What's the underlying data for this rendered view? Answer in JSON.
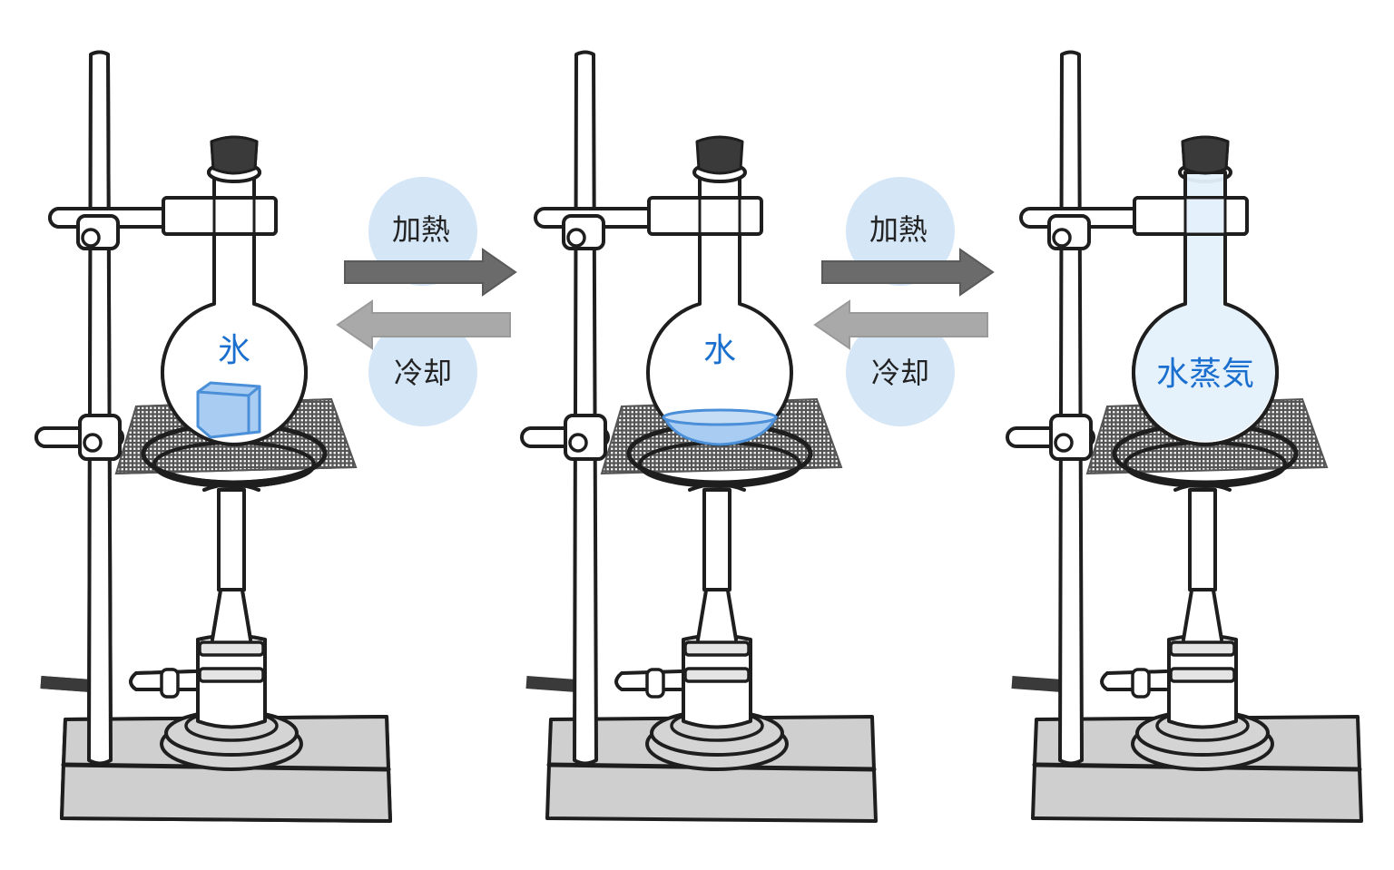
{
  "colors": {
    "ink": "#1e1e1e",
    "label_blue": "#1a6fcf",
    "bubble": "#d5e6f7",
    "arrow_heat": "#6b6b6b",
    "arrow_cool": "#a9a9a9",
    "base": "#cfcfcf",
    "ice": "#a9cdf2",
    "water": "#a9cdf2",
    "steam": "#e4f0fb",
    "stopper": "#3a3a3a"
  },
  "stages": [
    {
      "label": "氷",
      "content": "ice"
    },
    {
      "label": "水",
      "content": "water"
    },
    {
      "label": "水蒸気",
      "content": "steam"
    }
  ],
  "transitions": [
    {
      "heat_label": "加熱",
      "cool_label": "冷却"
    },
    {
      "heat_label": "加熱",
      "cool_label": "冷却"
    }
  ]
}
